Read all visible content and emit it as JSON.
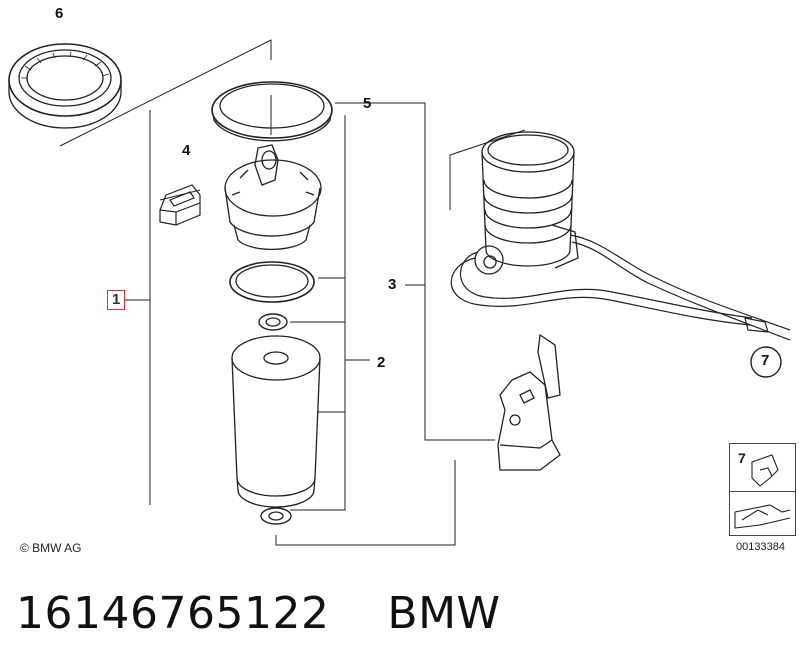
{
  "callouts": {
    "c1": "1",
    "c2": "2",
    "c3": "3",
    "c4": "4",
    "c5": "5",
    "c6": "6",
    "c7": "7"
  },
  "legend": {
    "num": "7"
  },
  "copyright": "© BMW AG",
  "figure_id": "00133384",
  "bottom": {
    "part_number": "16146765122",
    "brand": "BMW"
  },
  "colors": {
    "highlight": "#d9302c",
    "line": "#222222"
  }
}
